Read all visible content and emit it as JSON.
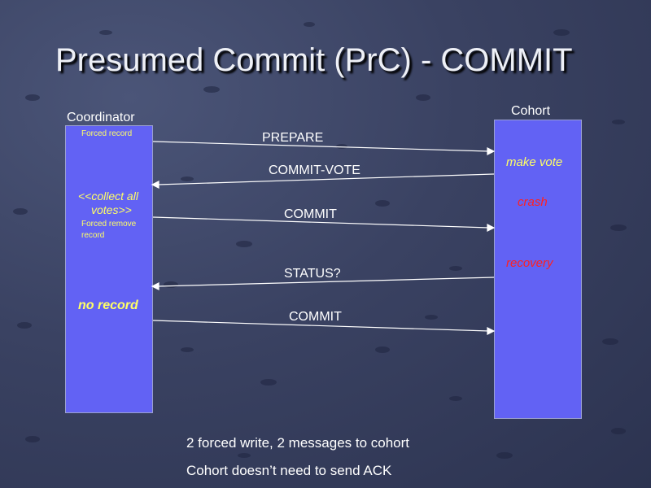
{
  "title": "Presumed Commit (PrC) - COMMIT",
  "coordinator": {
    "label": "Coordinator",
    "forced_record": "Forced record",
    "collect_line1": "<<collect all",
    "collect_line2": "votes>>",
    "forced_remove_line1": "Forced remove",
    "forced_remove_line2": "record",
    "no_record": "no record"
  },
  "cohort": {
    "label": "Cohort",
    "make_vote": "make vote",
    "crash": "crash",
    "recovery": "recovery"
  },
  "messages": {
    "prepare": "PREPARE",
    "commit_vote": "COMMIT-VOTE",
    "commit1": "COMMIT",
    "status": "STATUS?",
    "commit2": "COMMIT"
  },
  "notes": {
    "line1": "2 forced write, 2 messages to cohort",
    "line2": "Cohort doesn’t need to send ACK"
  },
  "colors": {
    "box_fill": "#6262f4",
    "yellow_text": "#ffff66",
    "red_text": "#ff2020",
    "arrow": "#ffffff"
  }
}
